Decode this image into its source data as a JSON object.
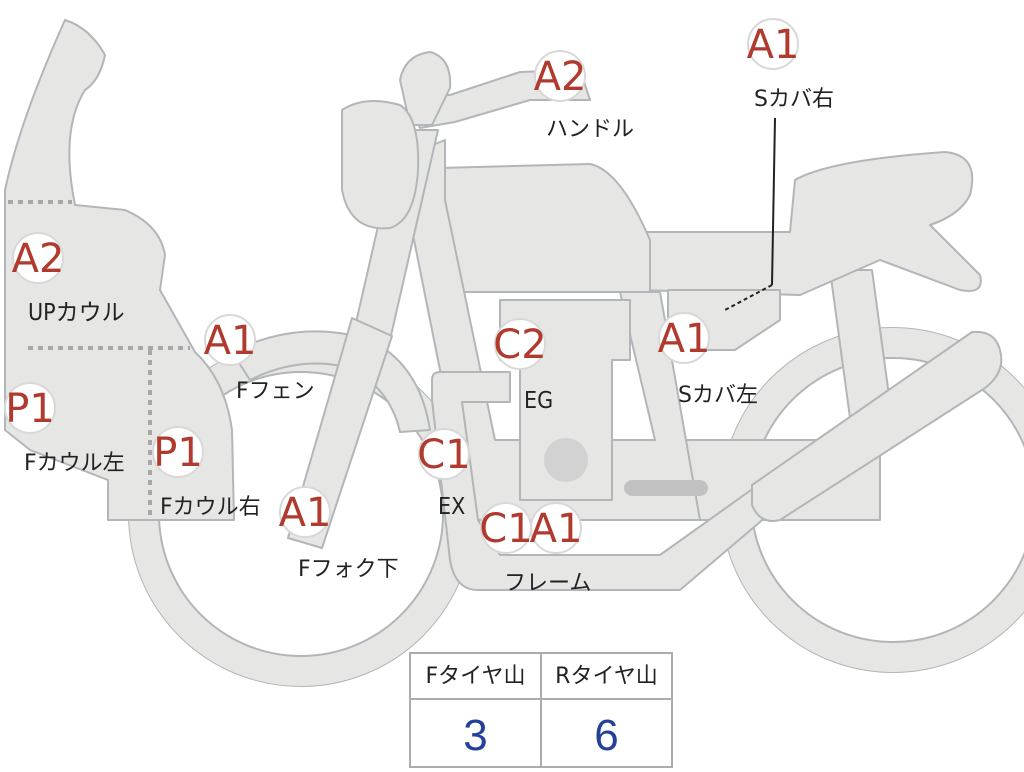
{
  "parts": [
    {
      "id": "up-cowl",
      "grade": "A2",
      "label": "UPカウル"
    },
    {
      "id": "f-cowl-left",
      "grade": "P1",
      "label": "Fカウル左"
    },
    {
      "id": "f-cowl-right",
      "grade": "P1",
      "label": "Fカウル右"
    },
    {
      "id": "f-fender",
      "grade": "A1",
      "label": "Fフェン"
    },
    {
      "id": "f-fork-lower",
      "grade": "A1",
      "label": "Fフォク下"
    },
    {
      "id": "handle",
      "grade": "A2",
      "label": "ハンドル"
    },
    {
      "id": "engine",
      "grade": "C2",
      "label": "EG"
    },
    {
      "id": "exhaust",
      "grade": "C1",
      "label": "EX"
    },
    {
      "id": "frame",
      "grades": [
        "C1",
        "A1"
      ],
      "label": "フレーム"
    },
    {
      "id": "side-cover-right",
      "grade": "A1",
      "label": "Sカバ右"
    },
    {
      "id": "side-cover-left",
      "grade": "A1",
      "label": "Sカバ左"
    }
  ],
  "tire_table": {
    "headers": [
      "Fタイヤ山",
      "Rタイヤ山"
    ],
    "values": [
      "3",
      "6"
    ]
  },
  "colors": {
    "grade_text": "#b03a2e",
    "tire_value": "#24419a",
    "part_fill": "#e6e6e5",
    "part_outline": "#b2b6b8"
  }
}
